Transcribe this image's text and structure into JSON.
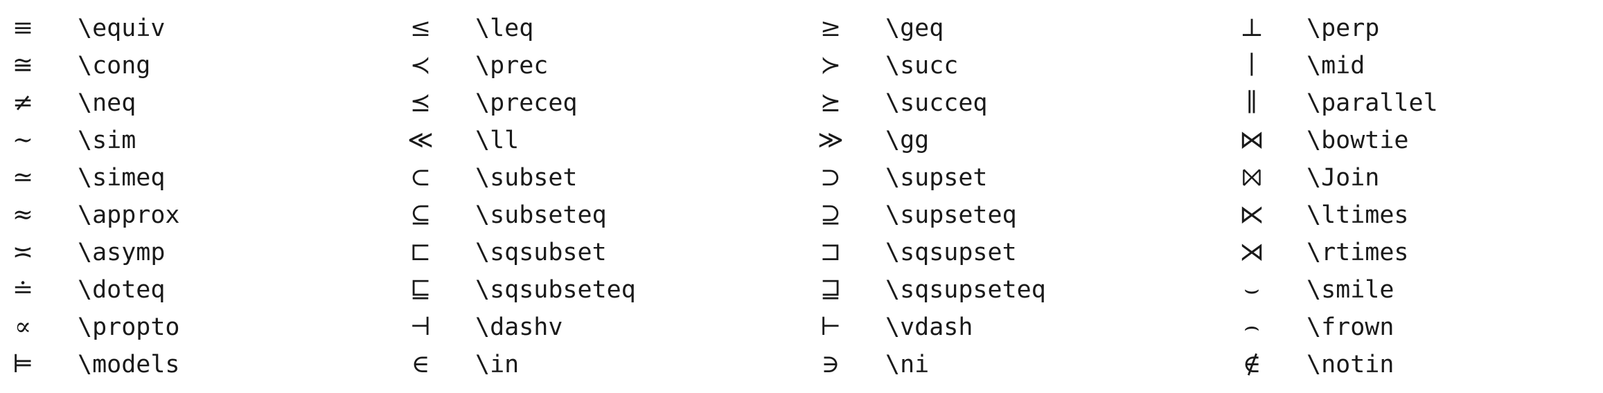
{
  "columns": [
    {
      "rows": [
        {
          "symbol": "≡",
          "command": "\\equiv"
        },
        {
          "symbol": "≅",
          "command": "\\cong"
        },
        {
          "symbol": "≠",
          "command": "\\neq"
        },
        {
          "symbol": "∼",
          "command": "\\sim"
        },
        {
          "symbol": "≃",
          "command": "\\simeq"
        },
        {
          "symbol": "≈",
          "command": "\\approx"
        },
        {
          "symbol": "≍",
          "command": "\\asymp"
        },
        {
          "symbol": "≐",
          "command": "\\doteq"
        },
        {
          "symbol": "∝",
          "command": "\\propto"
        },
        {
          "symbol": "⊨",
          "command": "\\models"
        }
      ]
    },
    {
      "rows": [
        {
          "symbol": "≤",
          "command": "\\leq"
        },
        {
          "symbol": "≺",
          "command": "\\prec"
        },
        {
          "symbol": "⪯",
          "command": "\\preceq"
        },
        {
          "symbol": "≪",
          "command": "\\ll"
        },
        {
          "symbol": "⊂",
          "command": "\\subset"
        },
        {
          "symbol": "⊆",
          "command": "\\subseteq"
        },
        {
          "symbol": "⊏",
          "command": "\\sqsubset"
        },
        {
          "symbol": "⊑",
          "command": "\\sqsubseteq"
        },
        {
          "symbol": "⊣",
          "command": "\\dashv"
        },
        {
          "symbol": "∈",
          "command": "\\in"
        }
      ]
    },
    {
      "rows": [
        {
          "symbol": "≥",
          "command": "\\geq"
        },
        {
          "symbol": "≻",
          "command": "\\succ"
        },
        {
          "symbol": "⪰",
          "command": "\\succeq"
        },
        {
          "symbol": "≫",
          "command": "\\gg"
        },
        {
          "symbol": "⊃",
          "command": "\\supset"
        },
        {
          "symbol": "⊇",
          "command": "\\supseteq"
        },
        {
          "symbol": "⊐",
          "command": "\\sqsupset"
        },
        {
          "symbol": "⊒",
          "command": "\\sqsupseteq"
        },
        {
          "symbol": "⊢",
          "command": "\\vdash"
        },
        {
          "symbol": "∋",
          "command": "\\ni"
        }
      ]
    },
    {
      "rows": [
        {
          "symbol": "⊥",
          "command": "\\perp"
        },
        {
          "symbol": "∣",
          "command": "\\mid"
        },
        {
          "symbol": "∥",
          "command": "\\parallel"
        },
        {
          "symbol": "⋈",
          "command": "\\bowtie"
        },
        {
          "symbol": "⨝",
          "command": "\\Join"
        },
        {
          "symbol": "⋉",
          "command": "\\ltimes"
        },
        {
          "symbol": "⋊",
          "command": "\\rtimes"
        },
        {
          "symbol": "⌣",
          "command": "\\smile"
        },
        {
          "symbol": "⌢",
          "command": "\\frown"
        },
        {
          "symbol": "∉",
          "command": "\\notin"
        }
      ]
    }
  ]
}
